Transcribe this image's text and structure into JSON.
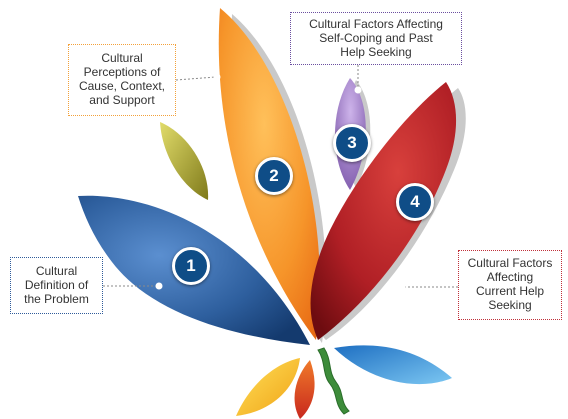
{
  "callouts": {
    "c1": [
      "Cultural",
      "Definition of",
      "the Problem"
    ],
    "c2": [
      "Cultural",
      "Perceptions of",
      "Cause, Context,",
      "and Support"
    ],
    "c3": [
      "Cultural Factors Affecting",
      "Self-Coping and Past",
      "Help Seeking"
    ],
    "c4": [
      "Cultural Factors",
      "Affecting",
      "Current Help",
      "Seeking"
    ]
  },
  "badges": {
    "b1": "1",
    "b2": "2",
    "b3": "3",
    "b4": "4"
  },
  "colors": {
    "petal1": "#2e5f9e",
    "petal2": "#f6a13a",
    "petal3": "#9b7ac0",
    "petal4": "#b8262c",
    "olive_leaf": "#b5b03a",
    "stem": "#3d8c3a",
    "badge": "#0f4d87"
  }
}
